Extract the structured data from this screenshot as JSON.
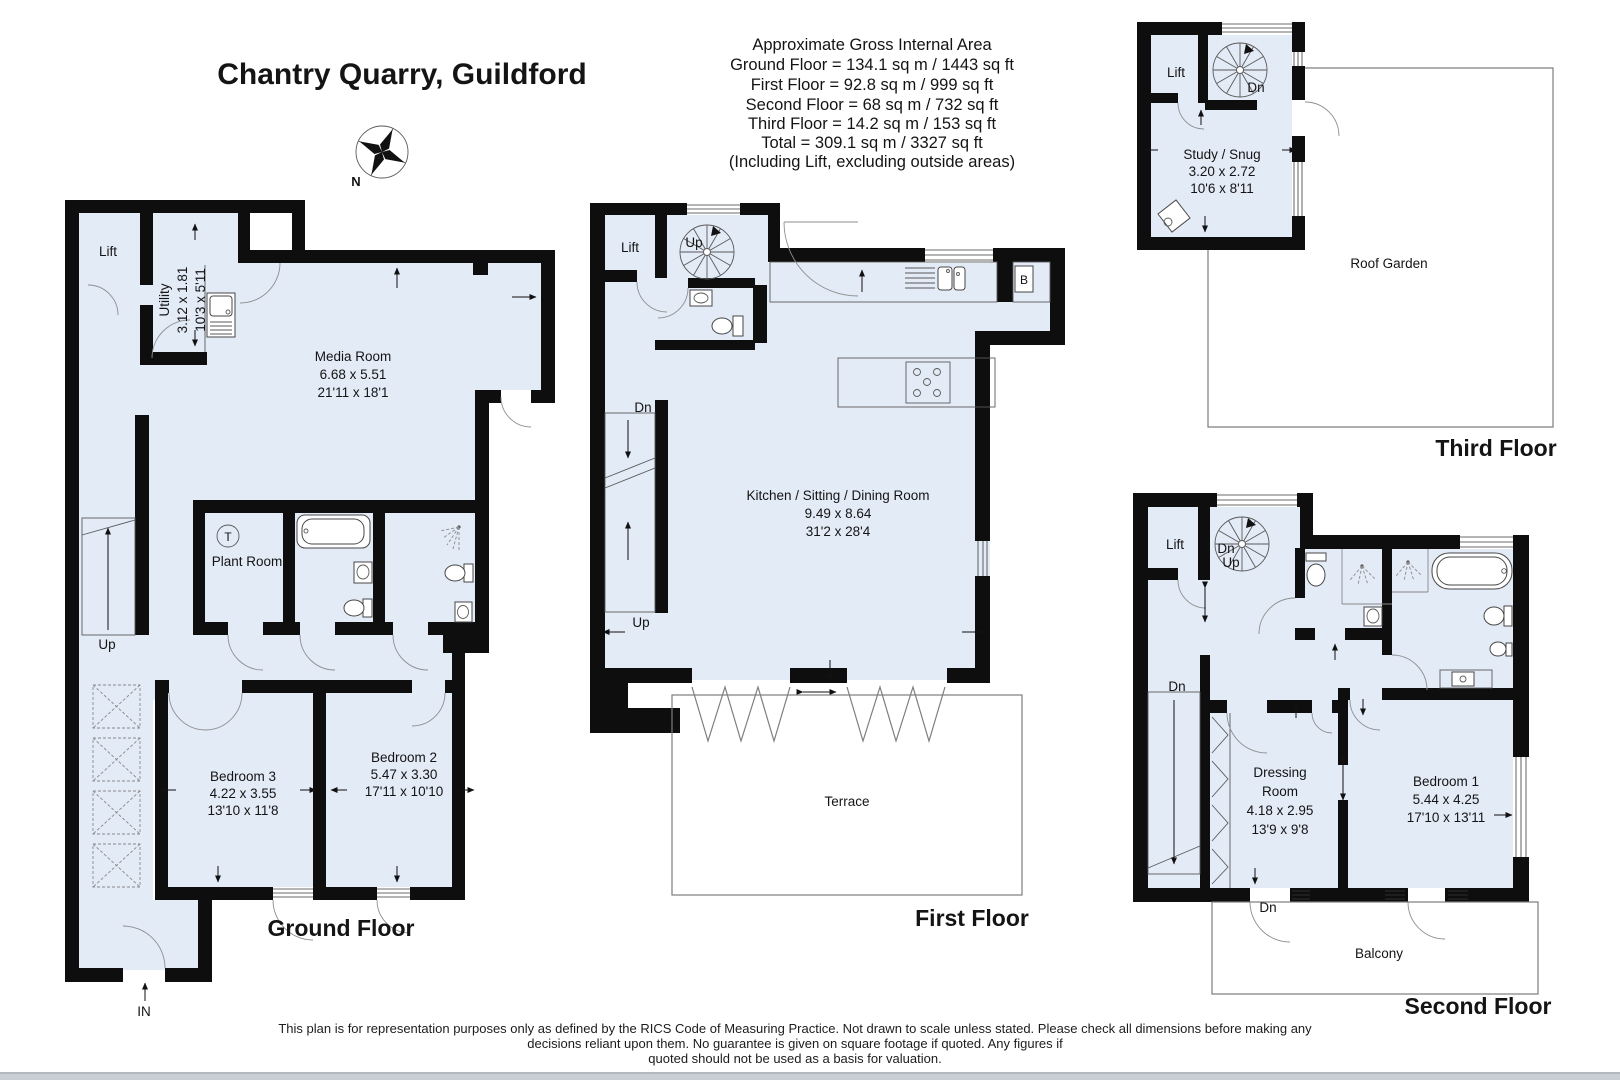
{
  "page": {
    "title": "Chantry Quarry, Guildford"
  },
  "compass": {
    "label": "N"
  },
  "area_summary": {
    "line1": "Approximate Gross Internal Area",
    "line2": "Ground Floor = 134.1 sq m / 1443 sq ft",
    "line3": "First Floor = 92.8 sq m / 999 sq ft",
    "line4": "Second Floor = 68 sq m / 732 sq ft",
    "line5": "Third Floor = 14.2 sq m / 153 sq ft",
    "line6": "Total = 309.1 sq m / 3327 sq ft",
    "line7": "(Including Lift, excluding outside areas)"
  },
  "ground_floor": {
    "label": "Ground Floor",
    "lift": "Lift",
    "up": "Up",
    "entrance": "IN",
    "utility": {
      "name": "Utility",
      "metric": "3.12 x 1.81",
      "imperial": "10'3 x 5'11"
    },
    "media_room": {
      "name": "Media Room",
      "metric": "6.68 x 5.51",
      "imperial": "21'11 x 18'1"
    },
    "plant_room": {
      "name": "Plant Room",
      "tank": "T"
    },
    "bedroom3": {
      "name": "Bedroom 3",
      "metric": "4.22 x 3.55",
      "imperial": "13'10 x 11'8"
    },
    "bedroom2": {
      "name": "Bedroom 2",
      "metric": "5.47 x 3.30",
      "imperial": "17'11 x 10'10"
    }
  },
  "first_floor": {
    "label": "First Floor",
    "lift": "Lift",
    "spiral_up": "Up",
    "stairs_dn": "Dn",
    "stairs_up": "Up",
    "boiler": "B",
    "kitchen": {
      "name": "Kitchen / Sitting / Dining Room",
      "metric": "9.49 x 8.64",
      "imperial": "31'2 x 28'4"
    },
    "terrace": "Terrace"
  },
  "second_floor": {
    "label": "Second Floor",
    "lift": "Lift",
    "spiral_dn": "Dn",
    "spiral_up": "Up",
    "stairs_dn": "Dn",
    "balcony_dn": "Dn",
    "dressing_room": {
      "name_line1": "Dressing",
      "name_line2": "Room",
      "metric": "4.18 x 2.95",
      "imperial": "13'9 x 9'8"
    },
    "bedroom1": {
      "name": "Bedroom 1",
      "metric": "5.44 x 4.25",
      "imperial": "17'10 x 13'11"
    },
    "balcony": "Balcony"
  },
  "third_floor": {
    "label": "Third Floor",
    "lift": "Lift",
    "spiral_dn": "Dn",
    "study": {
      "name": "Study / Snug",
      "metric": "3.20 x 2.72",
      "imperial": "10'6 x 8'11"
    },
    "roof_garden": "Roof Garden"
  },
  "disclaimer": {
    "line1": "This plan is for representation purposes only as defined by the RICS Code of Measuring Practice. Not drawn to scale unless stated. Please check all dimensions before making any",
    "line2": "decisions reliant upon them. No guarantee is given on square footage if quoted. Any figures if",
    "line3": "quoted should not be used as a basis for valuation."
  },
  "colors": {
    "room_fill": "#e3ebf7",
    "wall": "#0e0e0e",
    "bottom_strip": "#c9cdd6"
  }
}
